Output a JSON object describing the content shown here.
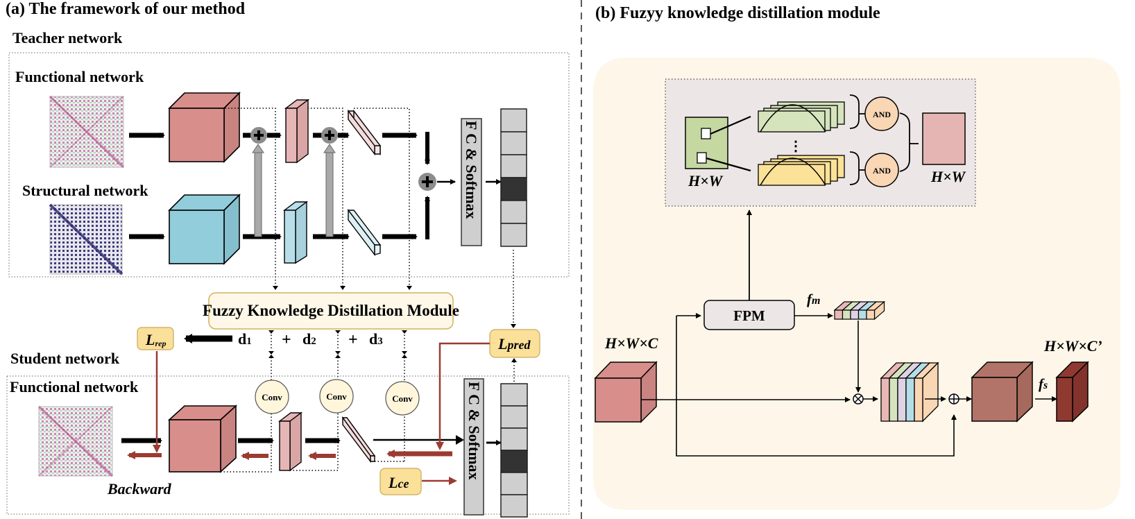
{
  "panel_a": {
    "title": "(a) The framework of our method",
    "teacher_label": "Teacher network",
    "teacher_functional_label": "Functional network",
    "teacher_structural_label": "Structural network",
    "fc_softmax_label": "F C & Softmax",
    "fkd_module_label": "Fuzzy Knowledge Distillation Module",
    "loss_rep": {
      "main": "L",
      "sub": "rep"
    },
    "loss_pred": {
      "main": "L",
      "sub": "pred"
    },
    "loss_ce": {
      "main": "L",
      "sub": "ce"
    },
    "d_terms": [
      {
        "main": "d",
        "sub": "1"
      },
      {
        "main": "d",
        "sub": "2"
      },
      {
        "main": "d",
        "sub": "3"
      }
    ],
    "plus": "+",
    "student_label": "Student network",
    "student_functional_label": "Functional network",
    "conv_label": "Conv",
    "backward_label": "Backward",
    "output_cells": 6,
    "highlighted_cell_index": 3
  },
  "panel_b": {
    "title": "(b) Fuzyy knowledge distillation module",
    "and_label": "AND",
    "hw_label": "H×W",
    "hwc_label": "H×W×C",
    "hwc_prime_label": "H×W×C’",
    "fpm_label": "FPM",
    "fm_label": {
      "main": "f",
      "sub": "m"
    },
    "fs_label": {
      "main": "f",
      "sub": "s"
    },
    "ellipsis": "⋮"
  },
  "colors": {
    "teacher_red": "#d88e8b",
    "teacher_blue": "#92cddb",
    "red_light": "#e5b6b5",
    "red_lighter": "#f3dcdb",
    "blue_light": "#b8dfe9",
    "blue_lighter": "#ddf0f6",
    "module_bg": "#fff8e8",
    "loss_bg": "#fbe09a",
    "conv_bg": "#fff6dc",
    "backward_red": "#9b3b31",
    "panel_b_bg": "#fef7e9",
    "fuzzy_box_bg": "#ece6e6",
    "green_map": "#c5d8a2",
    "green_mf": "#d6e4bd",
    "yellow_mf": "#fce299",
    "and_bg": "#f9d6b4",
    "pink_out": "#e5b5b3",
    "brown_cube": "#b27468",
    "dark_red_cube": "#8e3a31",
    "stripe_colors": [
      "#e8b8b6",
      "#d6e4bd",
      "#ddd3e5",
      "#b5dde7",
      "#f9d6b4"
    ]
  }
}
